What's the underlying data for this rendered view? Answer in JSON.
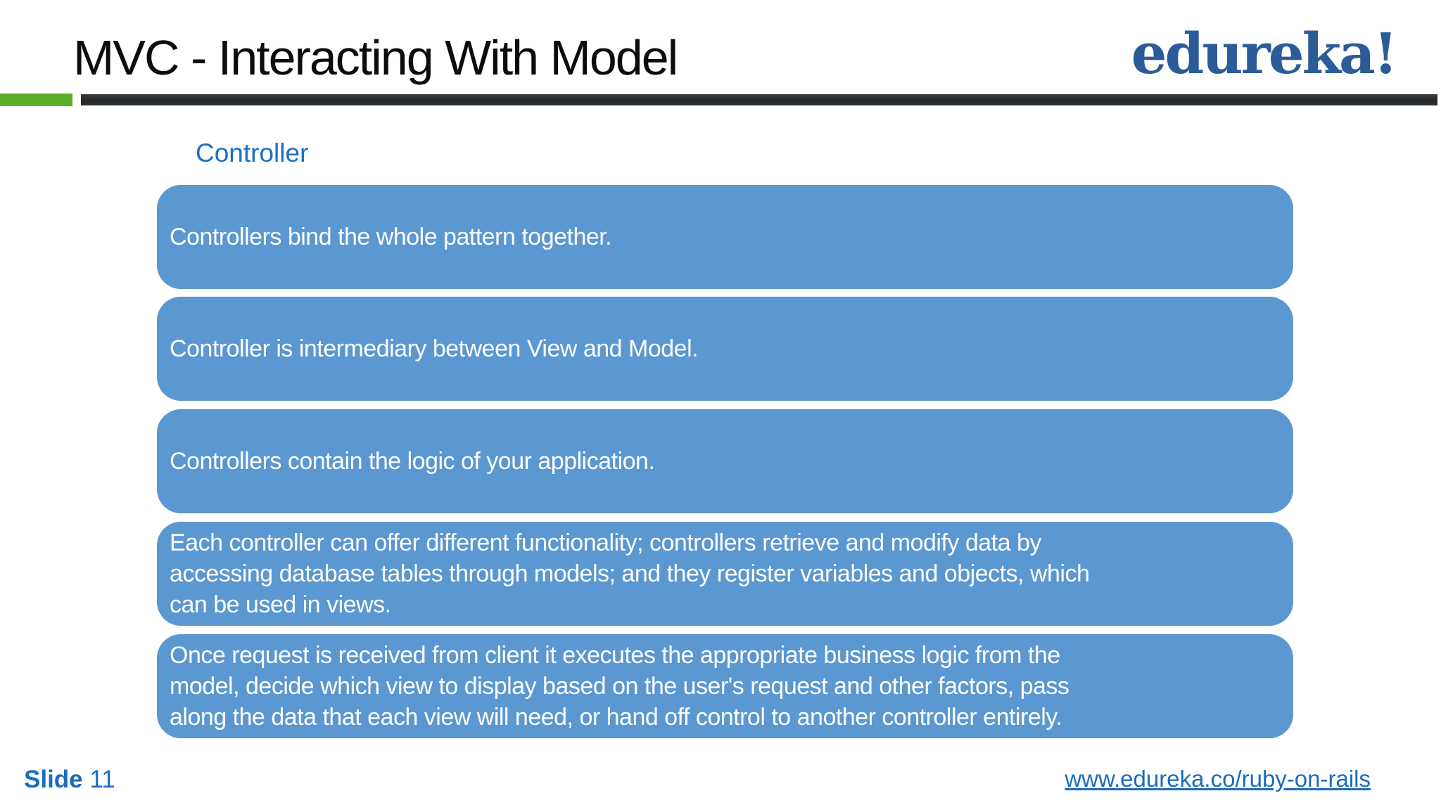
{
  "slide": {
    "title": "MVC - Interacting With Model",
    "logo_text": "edureka!",
    "section_label": "Controller",
    "bullets": [
      "Controllers bind the whole pattern together.",
      "Controller is intermediary between View and Model.",
      "Controllers contain the logic of your application.",
      "Each controller can offer different functionality; controllers retrieve and modify data by\naccessing database tables through models; and they register variables and objects, which\ncan be used in views.",
      "Once request is received from client it executes the appropriate business logic from the\nmodel, decide which view to display based on the user's request and other factors, pass\nalong the data that each view will need, or hand off control to another controller entirely."
    ],
    "footer": {
      "slide_label": "Slide",
      "slide_number": "11",
      "link": "www.edureka.co/ruby-on-rails"
    },
    "colors": {
      "box_blue": "#5b97d0",
      "accent_blue": "#1b6cbd",
      "label_blue": "#1c6fc4",
      "logo_blue": "#2b5c97",
      "divider_green": "#5bae2a",
      "divider_dark": "#2b2d2f",
      "box_text": "#ffffff",
      "title_text": "#0c0c0c",
      "background": "#ffffff"
    }
  }
}
